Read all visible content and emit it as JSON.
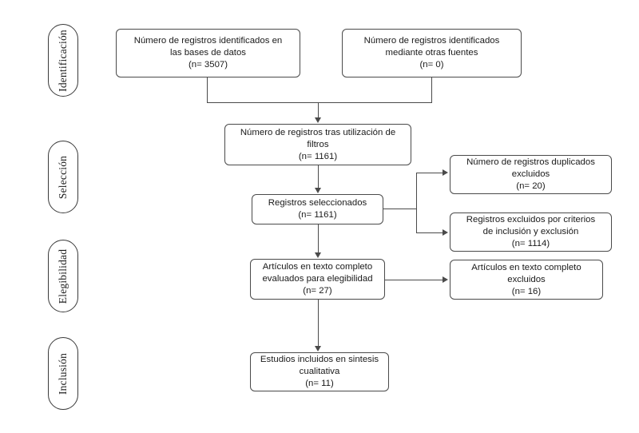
{
  "diagram": {
    "title": "Diagrama de flujo PRISMA",
    "line_color": "#4a4a4a",
    "text_color": "#1a1a1a",
    "background": "#ffffff"
  },
  "stages": [
    {
      "id": "identificacion",
      "label": "Identificación"
    },
    {
      "id": "seleccion",
      "label": "Selección"
    },
    {
      "id": "elegibilidad",
      "label": "Elegibilidad"
    },
    {
      "id": "inclusion",
      "label": "Inclusión"
    }
  ],
  "boxes": [
    {
      "id": "records-databases",
      "text": "Número de registros identificados en\nlas bases de datos\n(n= 3507)",
      "count_label": "(n= 3507)",
      "count": 3507
    },
    {
      "id": "records-other-sources",
      "text": "Número de registros identificados\nmediante otras fuentes\n(n= 0)",
      "count_label": "(n= 0)",
      "count": 0
    },
    {
      "id": "records-after-filters",
      "text": "Número de registros tras utilización de\nfiltros\n(n= 1161)",
      "count_label": "(n= 1161)",
      "count": 1161
    },
    {
      "id": "records-screened",
      "text": "Registros seleccionados\n(n= 1161)",
      "count_label": "(n= 1161)",
      "count": 1161
    },
    {
      "id": "duplicates-excluded",
      "text": "Número de registros  duplicados\nexcluidos\n(n= 20)",
      "count_label": "(n= 20)",
      "count": 20
    },
    {
      "id": "criteria-excluded",
      "text": "Registros excluidos por criterios\nde inclusión y exclusión\n(n= 1114)",
      "count_label": "(n= 1114)",
      "count": 1114
    },
    {
      "id": "fulltext-assessed",
      "text": "Artículos en texto completo\nevaluados para elegibilidad\n(n= 27)",
      "count_label": "(n= 27)",
      "count": 27
    },
    {
      "id": "fulltext-excluded",
      "text": "Artículos en texto completo\nexcluidos\n(n= 16)",
      "count_label": "(n= 16)",
      "count": 16
    },
    {
      "id": "studies-included",
      "text": "Estudios incluidos en sintesis\ncualitativa\n(n= 11)",
      "count_label": "(n= 11)",
      "count": 11
    }
  ]
}
